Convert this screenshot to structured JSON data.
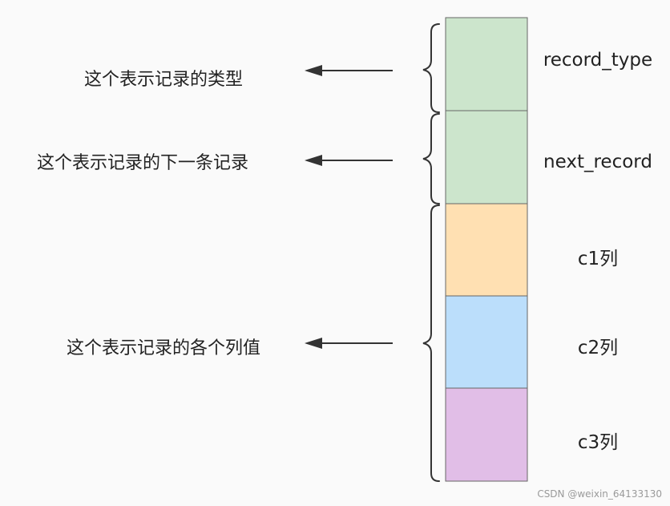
{
  "blocks": [
    {
      "label": "record_type",
      "color": "#cce5cc"
    },
    {
      "label": "next_record",
      "color": "#cce5cc"
    },
    {
      "label": "c1列",
      "color": "#ffe0b2"
    },
    {
      "label": "c2列",
      "color": "#bbdefb"
    },
    {
      "label": "c3列",
      "color": "#e1bee7"
    }
  ],
  "annotations": [
    {
      "text": "这个表示记录的类型"
    },
    {
      "text": "这个表示记录的下一条记录"
    },
    {
      "text": "这个表示记录的各个列值"
    }
  ],
  "watermark": "CSDN @weixin_64133130",
  "colors": {
    "border": "#666666",
    "arrow": "#333333",
    "brace": "#333333",
    "background": "#fafafa"
  }
}
